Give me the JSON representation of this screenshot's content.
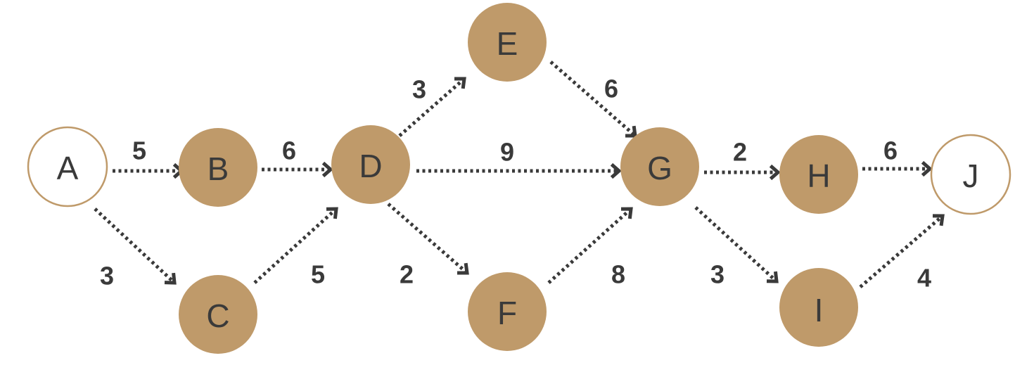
{
  "colors": {
    "node_fill": "#bf9a6a",
    "terminal_fill": "#ffffff",
    "terminal_stroke": "#bf9a6a",
    "edge": "#3a3a3a",
    "text": "#3a3a3a"
  },
  "nodes": [
    {
      "id": "A",
      "label": "A",
      "terminal": true
    },
    {
      "id": "B",
      "label": "B",
      "terminal": false
    },
    {
      "id": "C",
      "label": "C",
      "terminal": false
    },
    {
      "id": "D",
      "label": "D",
      "terminal": false
    },
    {
      "id": "E",
      "label": "E",
      "terminal": false
    },
    {
      "id": "F",
      "label": "F",
      "terminal": false
    },
    {
      "id": "G",
      "label": "G",
      "terminal": false
    },
    {
      "id": "H",
      "label": "H",
      "terminal": false
    },
    {
      "id": "I",
      "label": "I",
      "terminal": false
    },
    {
      "id": "J",
      "label": "J",
      "terminal": true
    }
  ],
  "edges": [
    {
      "from": "A",
      "to": "B",
      "weight": "5"
    },
    {
      "from": "A",
      "to": "C",
      "weight": "3"
    },
    {
      "from": "B",
      "to": "D",
      "weight": "6"
    },
    {
      "from": "C",
      "to": "D",
      "weight": "5"
    },
    {
      "from": "D",
      "to": "E",
      "weight": "3"
    },
    {
      "from": "D",
      "to": "G",
      "weight": "9"
    },
    {
      "from": "D",
      "to": "F",
      "weight": "2"
    },
    {
      "from": "E",
      "to": "G",
      "weight": "6"
    },
    {
      "from": "F",
      "to": "G",
      "weight": "8"
    },
    {
      "from": "G",
      "to": "H",
      "weight": "2"
    },
    {
      "from": "G",
      "to": "I",
      "weight": "3"
    },
    {
      "from": "H",
      "to": "J",
      "weight": "6"
    },
    {
      "from": "I",
      "to": "J",
      "weight": "4"
    }
  ]
}
